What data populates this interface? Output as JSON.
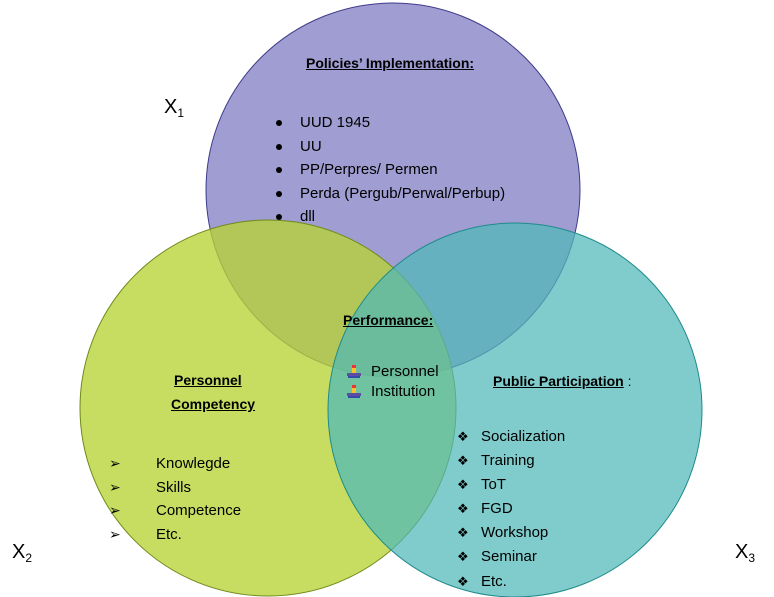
{
  "labels": {
    "x1": "X",
    "x1_sub": "1",
    "x2": "X",
    "x2_sub": "2",
    "x3": "X",
    "x3_sub": "3"
  },
  "policies": {
    "heading": "Policies’ Implementation:",
    "items": [
      "UUD 1945",
      "UU",
      "PP/Perpres/ Permen",
      "Perda (Pergub/Perwal/Perbup)",
      "dll"
    ]
  },
  "personnel": {
    "heading_line1": "Personnel",
    "heading_line2": "Competency",
    "items": [
      "Knowlegde",
      "Skills",
      "Competence",
      "Etc."
    ]
  },
  "public": {
    "heading": "Public Participation",
    "heading_suffix": " :",
    "items": [
      "Socialization",
      "Training",
      "ToT",
      "FGD",
      "Workshop",
      "Seminar",
      "Etc."
    ]
  },
  "performance": {
    "heading": "Performance:",
    "items": [
      "Personnel",
      "Institution"
    ]
  },
  "colors": {
    "top_circle": "#8b88c8",
    "top_stroke": "#3f3b8a",
    "left_circle": "#c2d94a",
    "left_stroke": "#6f8a1a",
    "right_circle": "#4fb9b9",
    "right_stroke": "#1e8b8b"
  },
  "icons": {
    "arrow_bullet": "➢",
    "diamond_bullet": "❖",
    "flag_bullet": "flag-icon"
  }
}
